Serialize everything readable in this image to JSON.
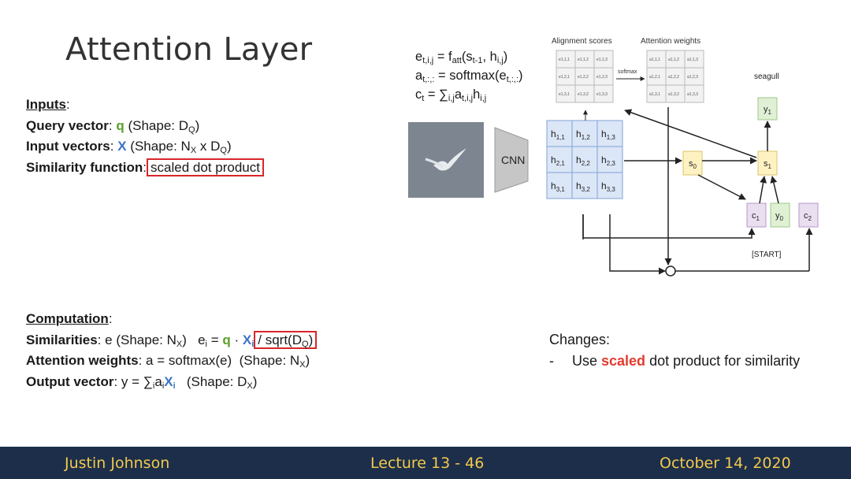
{
  "slide": {
    "title": "Attention Layer",
    "inputs": {
      "heading": "Inputs",
      "query_label": "Query vector",
      "query_symbol": "q",
      "query_shape_prefix": "(Shape: D",
      "query_shape_sub": "Q",
      "query_shape_suffix": ")",
      "input_label": "Input vectors",
      "input_symbol": "X",
      "input_shape_prefix": "(Shape: N",
      "input_shape_sub1": "X",
      "input_shape_mid": " x D",
      "input_shape_sub2": "Q",
      "input_shape_suffix": ")",
      "similarity_label": "Similarity function",
      "similarity_value": "scaled dot product"
    },
    "formulas": {
      "e_lhs": "e",
      "e_lhs_sub": "t,i,j",
      "e_mid": " = f",
      "e_mid_sub": "att",
      "e_open": "(s",
      "e_s_sub": "t-1",
      "e_comma": ", h",
      "e_h_sub": "i,j",
      "e_close": ")",
      "a_lhs": "a",
      "a_lhs_sub": "t,:,:",
      "a_mid": " = softmax(e",
      "a_e_sub": "t,:,:",
      "a_close": ")",
      "c_lhs": "c",
      "c_lhs_sub": "t",
      "c_mid": " = ∑",
      "c_sum_sub": "i,j",
      "c_a": "a",
      "c_a_sub": "t,i,j",
      "c_h": "h",
      "c_h_sub": "i,j"
    },
    "computation": {
      "heading": "Computation",
      "sim_label": "Similarities",
      "sim_text1": ": e (Shape: N",
      "sim_sub1": "X",
      "sim_text2": ")   e",
      "sim_sub2": "i",
      "sim_text3": " = ",
      "sim_q": "q",
      "sim_dot": " · ",
      "sim_X": "X",
      "sim_sub3": "i",
      "sim_box": "/ sqrt(D",
      "sim_box_sub": "Q",
      "sim_box_close": ")",
      "attn_label": "Attention weights",
      "attn_text": ": a = softmax(e)  (Shape: N",
      "attn_sub": "X",
      "attn_close": ")",
      "out_label": "Output vector",
      "out_text1": ": y = ∑",
      "out_sub1": "i",
      "out_a": "a",
      "out_sub2": "i",
      "out_X": "X",
      "out_sub3": "i",
      "out_text2": "   (Shape: D",
      "out_sub4": "X",
      "out_close": ")"
    },
    "changes": {
      "heading": "Changes:",
      "dash": "-",
      "pre": "Use ",
      "highlight": "scaled",
      "post": " dot product for similarity"
    },
    "diagram": {
      "alignment_label": "Alignment scores",
      "attention_label": "Attention weights",
      "softmax_label": "softmax",
      "seagull_label": "seagull",
      "cnn_label": "CNN",
      "start_label": "[START]",
      "e_cells": [
        [
          "e1,1,1",
          "e1,1,2",
          "e1,1,3"
        ],
        [
          "e1,2,1",
          "e1,2,2",
          "e1,2,3"
        ],
        [
          "e1,3,1",
          "e1,3,2",
          "e1,3,3"
        ]
      ],
      "a_cells": [
        [
          "a1,1,1",
          "a1,1,2",
          "a1,1,3"
        ],
        [
          "a1,2,1",
          "a1,2,2",
          "a1,2,3"
        ],
        [
          "a1,3,1",
          "a1,3,2",
          "a1,3,3"
        ]
      ],
      "h_main": [
        "h",
        "h",
        "h",
        "h",
        "h",
        "h",
        "h",
        "h",
        "h"
      ],
      "h_subs": [
        "1,1",
        "1,2",
        "1,3",
        "2,1",
        "2,2",
        "2,3",
        "3,1",
        "3,2",
        "3,3"
      ],
      "s0": "s",
      "s0_sub": "0",
      "s1": "s",
      "s1_sub": "1",
      "y1": "y",
      "y1_sub": "1",
      "y0": "y",
      "y0_sub": "0",
      "c1": "c",
      "c1_sub": "1",
      "c2": "c",
      "c2_sub": "2"
    },
    "footer": {
      "author": "Justin Johnson",
      "lecture": "Lecture 13 - 46",
      "date": "October 14, 2020"
    },
    "colors": {
      "green": "#5aa02c",
      "blue": "#3b73c4",
      "red": "#d9262a",
      "footer_bg": "#1c2e4a",
      "footer_text": "#f2c94c",
      "h_fill": "#dbe6f7",
      "h_stroke": "#7fa3d6",
      "yellow_fill": "#fff2c2",
      "green_fill": "#dff0d4",
      "purple_fill": "#eadff0"
    }
  }
}
